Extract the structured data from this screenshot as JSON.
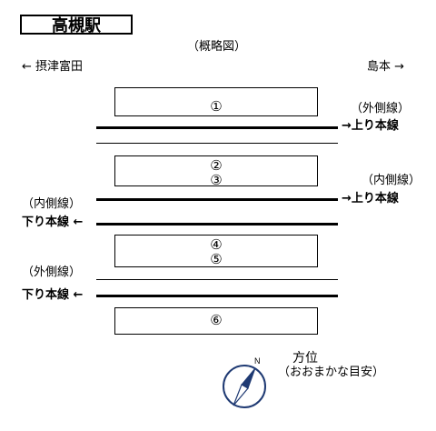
{
  "title": "高槻駅",
  "subtitle": "（概略図）",
  "direction": {
    "left": "← 摂津富田",
    "right": "島本 →"
  },
  "labels": {
    "outer_top": "（外側線）",
    "up_main": "→上り本線",
    "inner_top": "（内側線）",
    "inner_left": "（内側線）",
    "up_main_2": "→上り本線",
    "down_main_1": "下り本線 ←",
    "outer_left": "（外側線）",
    "down_main_2": "下り本線 ←"
  },
  "platforms": {
    "p1": "①",
    "p2": "②",
    "p3": "③",
    "p4": "④",
    "p5": "⑤",
    "p6": "⑥"
  },
  "compass": {
    "north": "N",
    "label": "方位",
    "note": "（おおまかな目安）"
  }
}
